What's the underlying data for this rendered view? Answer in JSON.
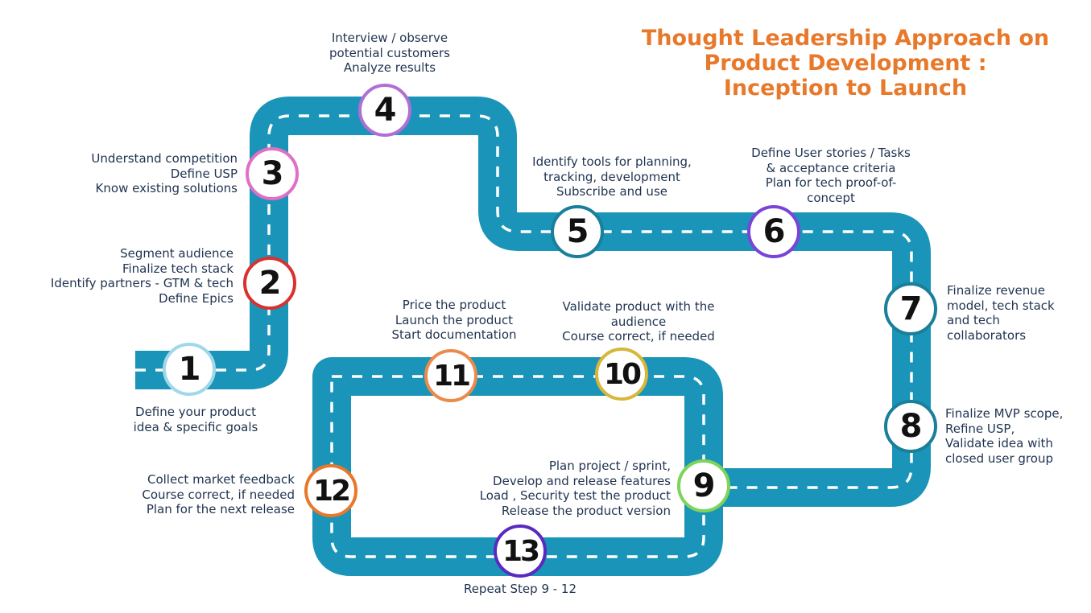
{
  "title": {
    "lines": [
      "Thought Leadership Approach on",
      "Product Development :",
      "Inception to Launch"
    ],
    "color": "#e8782a"
  },
  "road": {
    "color": "#1a94b8",
    "dash_color": "#ffffff"
  },
  "steps": [
    {
      "number": "1",
      "ring_color": "#9fd8ea",
      "notes": [
        "Define your product",
        "idea &  specific goals"
      ]
    },
    {
      "number": "2",
      "ring_color": "#d8322e",
      "notes": [
        "Segment audience",
        "Finalize tech stack",
        "Identify partners - GTM & tech",
        "Define Epics"
      ]
    },
    {
      "number": "3",
      "ring_color": "#e070c6",
      "notes": [
        "Understand competition",
        "Define USP",
        "Know existing solutions"
      ]
    },
    {
      "number": "4",
      "ring_color": "#b06fd6",
      "notes": [
        "Interview / observe",
        "potential customers",
        "Analyze results"
      ]
    },
    {
      "number": "5",
      "ring_color": "#1a7f9a",
      "notes": [
        "Identify tools for planning,",
        "tracking, development",
        "Subscribe and use"
      ]
    },
    {
      "number": "6",
      "ring_color": "#7b44d8",
      "notes": [
        "Define User stories / Tasks",
        "& acceptance criteria",
        "Plan for tech proof-of-",
        "concept"
      ]
    },
    {
      "number": "7",
      "ring_color": "#1a7f9a",
      "notes": [
        "Finalize revenue",
        "model, tech stack",
        "and tech",
        "collaborators"
      ]
    },
    {
      "number": "8",
      "ring_color": "#1a7f9a",
      "notes": [
        "Finalize MVP scope,",
        "Refine USP,",
        "Validate idea with",
        "closed user group"
      ]
    },
    {
      "number": "9",
      "ring_color": "#7ed35a",
      "notes": [
        "Plan  project / sprint,",
        "Develop and release features",
        "Load , Security test the product",
        "Release the product version"
      ]
    },
    {
      "number": "10",
      "ring_color": "#d8b63a",
      "notes": [
        "Validate product with the",
        "audience",
        "Course correct, if needed"
      ]
    },
    {
      "number": "11",
      "ring_color": "#ec8a4c",
      "notes": [
        "Price the product",
        "Launch the product",
        "Start documentation"
      ]
    },
    {
      "number": "12",
      "ring_color": "#e8782a",
      "notes": [
        "Collect market feedback",
        "Course correct, if needed",
        "Plan for the next release"
      ]
    },
    {
      "number": "13",
      "ring_color": "#5a2ac0",
      "notes": [
        "Repeat Step 9 - 12"
      ]
    }
  ]
}
